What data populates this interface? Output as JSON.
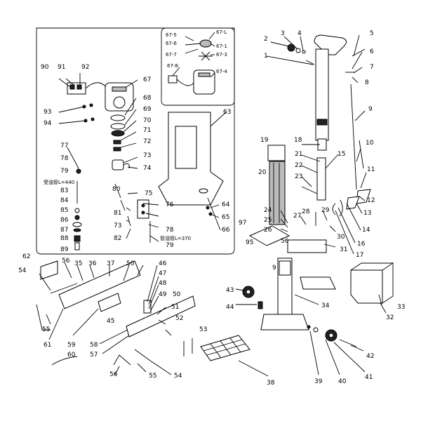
{
  "diagram": {
    "callouts": [
      "1",
      "2",
      "3",
      "4",
      "5",
      "6",
      "7",
      "8",
      "9",
      "10",
      "11",
      "12",
      "13",
      "14",
      "15",
      "16",
      "17",
      "18",
      "19",
      "20",
      "21",
      "22",
      "23",
      "24",
      "25",
      "26",
      "27",
      "28",
      "29",
      "30",
      "31",
      "32",
      "33",
      "34",
      "35",
      "36",
      "37",
      "38",
      "39",
      "40",
      "41",
      "42",
      "43",
      "44",
      "45",
      "46",
      "47",
      "48",
      "49",
      "50",
      "50",
      "51",
      "52",
      "53",
      "54",
      "54",
      "55",
      "55",
      "56",
      "56",
      "56",
      "57",
      "58",
      "59",
      "60",
      "61",
      "62",
      "63",
      "64",
      "65",
      "66",
      "67",
      "68",
      "69",
      "70",
      "71",
      "72",
      "73",
      "73",
      "74",
      "75",
      "76",
      "77",
      "78",
      "78",
      "79",
      "79",
      "80",
      "81",
      "82",
      "83",
      "84",
      "85",
      "86",
      "87",
      "88",
      "89",
      "90",
      "91",
      "92",
      "93",
      "94",
      "95",
      "97",
      "9"
    ],
    "inset_callouts": [
      "67-5",
      "67-6",
      "67-7",
      "67-L",
      "67-1",
      "67-3",
      "67-8",
      "67-4"
    ],
    "annotations": [
      "受油管L=440",
      "管油管L=370"
    ]
  },
  "colors": {
    "ink": "#000000",
    "paper": "#ffffff",
    "shade": "#bbbbbb"
  }
}
